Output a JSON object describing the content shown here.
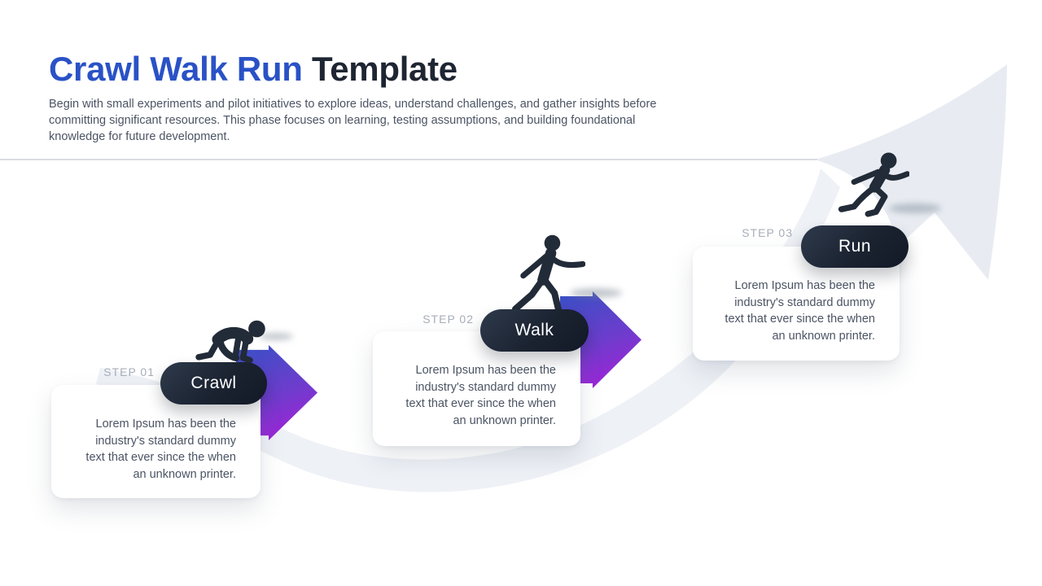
{
  "header": {
    "title_highlight": "Crawl Walk Run",
    "title_rest": " Template",
    "description": "Begin with small experiments and pilot initiatives to explore ideas, understand challenges, and gather insights before committing significant resources. This phase focuses on learning, testing assumptions, and building foundational knowledge for future development."
  },
  "steps": [
    {
      "step_label": "STEP 01",
      "name": "Crawl",
      "icon": "crawling-person-icon",
      "card_lines": [
        "Lorem Ipsum has been the",
        "industry's standard dummy",
        "text that ever since the when",
        "an unknown printer."
      ]
    },
    {
      "step_label": "STEP 02",
      "name": "Walk",
      "icon": "walking-person-icon",
      "card_lines": [
        "Lorem Ipsum has been the",
        "industry's standard dummy",
        "text that ever since the when",
        "an unknown printer."
      ]
    },
    {
      "step_label": "STEP 03",
      "name": "Run",
      "icon": "running-person-icon",
      "card_lines": [
        "Lorem Ipsum has been the",
        "industry's standard dummy",
        "text that  ever since the when",
        "an unknown printer."
      ]
    }
  ],
  "colors": {
    "title_accent": "#2a52c6",
    "title_dark": "#1e2533",
    "body_text": "#4b5464",
    "step_label": "#a7aeb8",
    "pill_dark": "#1b2331",
    "arrow_gradient_start": "#3b4fc5",
    "arrow_gradient_end": "#a81fd9",
    "background_arrow": "#e8ecf2",
    "background_band": "#eef1f6"
  }
}
